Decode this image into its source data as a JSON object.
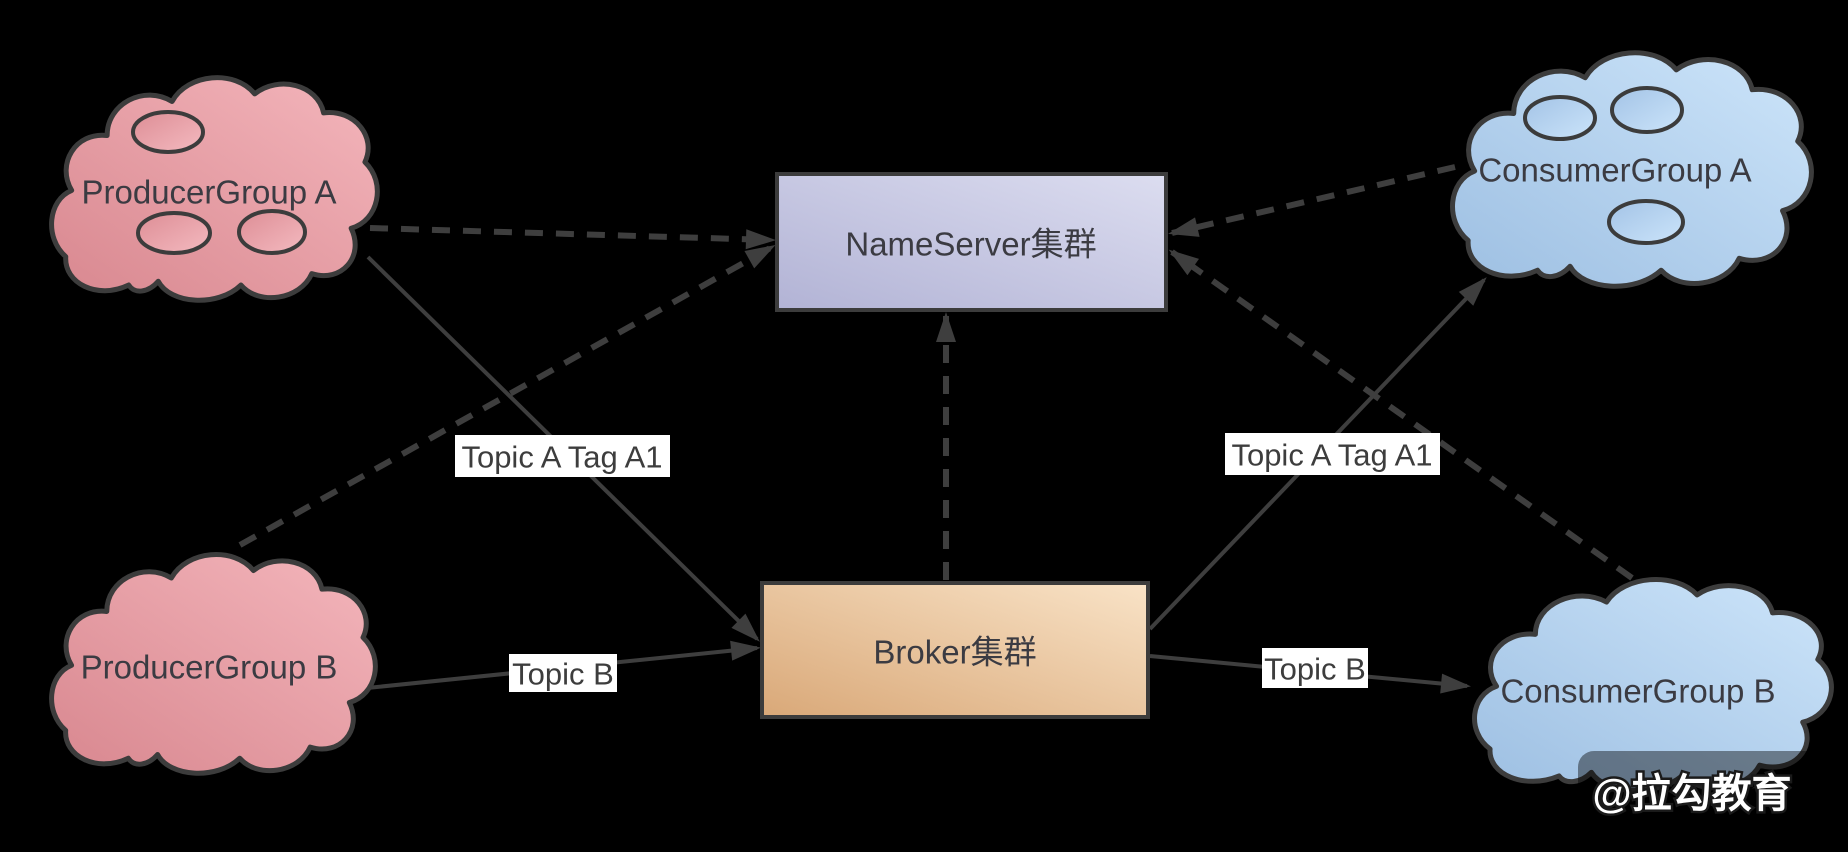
{
  "nodes": {
    "producer_group_a": {
      "label": "ProducerGroup A",
      "shape": "cloud",
      "fill": "#e598a0",
      "instances": 3
    },
    "producer_group_b": {
      "label": "ProducerGroup B",
      "shape": "cloud",
      "fill": "#e598a0",
      "instances": 0
    },
    "consumer_group_a": {
      "label": "ConsumerGroup A",
      "shape": "cloud",
      "fill": "#aecdec",
      "instances": 3
    },
    "consumer_group_b": {
      "label": "ConsumerGroup B",
      "shape": "cloud",
      "fill": "#aecdec",
      "instances": 0
    },
    "nameserver": {
      "label": "NameServer集群",
      "shape": "rect",
      "fill": "#c4c5e2"
    },
    "broker": {
      "label": "Broker集群",
      "shape": "rect",
      "fill": "#eccda4"
    }
  },
  "edges": [
    {
      "from": "ProducerGroup A",
      "to": "NameServer集群",
      "style": "dashed",
      "label": ""
    },
    {
      "from": "ProducerGroup B",
      "to": "NameServer集群",
      "style": "dashed",
      "label": ""
    },
    {
      "from": "Broker集群",
      "to": "NameServer集群",
      "style": "dashed",
      "label": ""
    },
    {
      "from": "ConsumerGroup A",
      "to": "NameServer集群",
      "style": "dashed",
      "label": ""
    },
    {
      "from": "ConsumerGroup B",
      "to": "NameServer集群",
      "style": "dashed",
      "label": ""
    },
    {
      "from": "ProducerGroup A",
      "to": "Broker集群",
      "style": "solid",
      "label": "Topic A Tag A1"
    },
    {
      "from": "ProducerGroup B",
      "to": "Broker集群",
      "style": "solid",
      "label": "Topic B"
    },
    {
      "from": "Broker集群",
      "to": "ConsumerGroup A",
      "style": "solid",
      "label": "Topic A Tag A1"
    },
    {
      "from": "Broker集群",
      "to": "ConsumerGroup B",
      "style": "solid",
      "label": "Topic B"
    }
  ],
  "watermark": {
    "text": "@拉勾教育"
  },
  "colors": {
    "background": "#000000",
    "producer_cloud": "#e598a0",
    "consumer_cloud": "#aecdec",
    "nameserver_box": "#c4c5e2",
    "broker_box": "#eccda4",
    "shape_stroke": "#3c3c3c",
    "line": "#3e3e3e",
    "edge_label_bg": "#ffffff",
    "edge_label_text": "#3d3d3d",
    "watermark_text": "#ffffff"
  }
}
